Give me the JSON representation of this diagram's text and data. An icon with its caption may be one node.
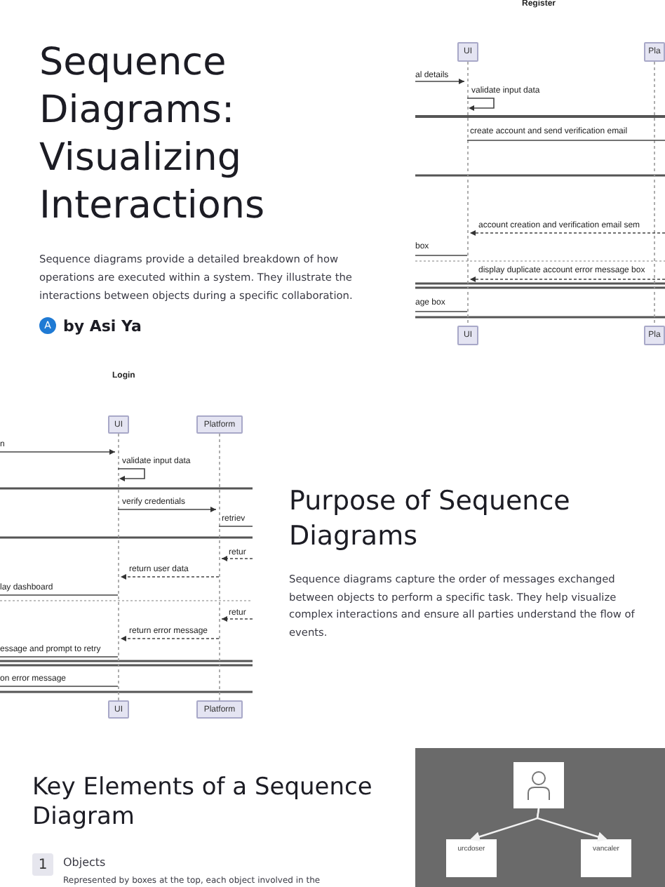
{
  "diagram": {
    "title": "Sequence Diagrams: Visualizing Interactions",
    "nodes": [
      {
        "text": [
          "A"
        ]
      },
      {
        "text": [
          "UI"
        ]
      },
      {
        "text": [
          "Pla"
        ]
      },
      {
        "text": [
          "UI"
        ]
      },
      {
        "text": [
          "Pla"
        ]
      },
      {
        "text": [
          "UI"
        ]
      },
      {
        "text": [
          "Platform"
        ]
      },
      {
        "text": [
          "UI"
        ]
      },
      {
        "text": [
          "Platform"
        ]
      },
      {
        "text": [],
        "shape": "box"
      },
      {
        "text": [],
        "shape": "person",
        "in": 9
      },
      {
        "text": [
          "urcdoser"
        ],
        "in": 9
      },
      {
        "text": [
          "vancaler"
        ],
        "in": 9
      },
      {
        "text": [
          "1"
        ],
        "beside": [
          "Objects",
          "Represented by boxes at the top, each object involved in the"
        ]
      }
    ],
    "edges": [
      {
        "from": 1,
        "to": 3,
        "arrow": "none",
        "style": "dashed"
      },
      {
        "from": 2,
        "to": 4,
        "arrow": "none",
        "style": "dashed"
      },
      {
        "from": 5,
        "to": 7,
        "arrow": "none",
        "style": "dashed"
      },
      {
        "from": 6,
        "to": 8,
        "arrow": "none",
        "style": "dashed"
      },
      {
        "from": 10,
        "to": 11,
        "arrow": "to"
      },
      {
        "from": 10,
        "to": 12,
        "arrow": "to"
      }
    ],
    "labels": [
      "Sequence diagrams provide a detailed breakdown of how operations are executed within a system. They illustrate the interactions between objects during a specific collaboration.",
      "by Asi Ya",
      "Register",
      "al details",
      "validate input data",
      "create account and send verification email",
      "account creation and verification email sem",
      "box",
      "display duplicate account error message box",
      "age box",
      "Login",
      "n",
      "validate input data",
      "verify credentials",
      "retriev",
      "retur",
      "return user data",
      "lay dashboard",
      "retur",
      "return error message",
      "essage and prompt to retry",
      "on error message",
      "Purpose of Sequence Diagrams",
      "Sequence diagrams capture the order of messages exchanged between objects to perform a specific task. They help visualize complex interactions and ensure all parties understand the flow of events.",
      "Key Elements of a Sequence Diagram"
    ]
  }
}
